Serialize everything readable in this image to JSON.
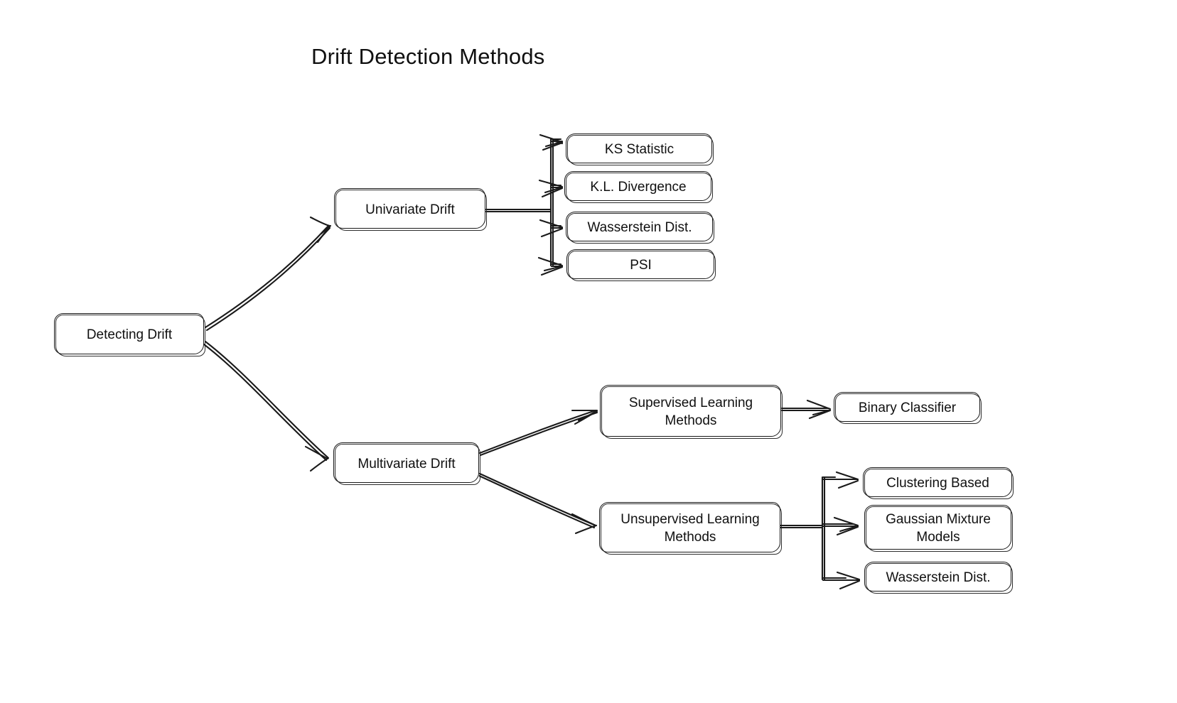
{
  "title": "Drift Detection Methods",
  "colors": {
    "background": "#ffffff",
    "stroke": "#1a1a1a",
    "text": "#101010"
  },
  "diagram": {
    "type": "tree",
    "style": "hand-drawn",
    "root": "Detecting Drift"
  },
  "nodes": {
    "root": {
      "label": "Detecting Drift"
    },
    "univariate": {
      "label": "Univariate Drift"
    },
    "multivariate": {
      "label": "Multivariate Drift"
    },
    "ks": {
      "label": "KS Statistic"
    },
    "kl": {
      "label": "K.L. Divergence"
    },
    "wasserstein_uni": {
      "label": "Wasserstein Dist."
    },
    "psi": {
      "label": "PSI"
    },
    "supervised": {
      "label": "Supervised Learning\nMethods"
    },
    "unsupervised": {
      "label": "Unsupervised Learning\nMethods"
    },
    "binary_classifier": {
      "label": "Binary Classifier"
    },
    "clustering": {
      "label": "Clustering Based"
    },
    "gmm": {
      "label": "Gaussian Mixture\nModels"
    },
    "wasserstein_multi": {
      "label": "Wasserstein Dist."
    }
  },
  "edges": [
    {
      "from": "Detecting Drift",
      "to": "Univariate Drift",
      "kind": "diagonal-arrow"
    },
    {
      "from": "Detecting Drift",
      "to": "Multivariate Drift",
      "kind": "diagonal-arrow"
    },
    {
      "from": "Univariate Drift",
      "to": "KS Statistic",
      "kind": "orthogonal-arrow"
    },
    {
      "from": "Univariate Drift",
      "to": "K.L. Divergence",
      "kind": "orthogonal-arrow"
    },
    {
      "from": "Univariate Drift",
      "to": "Wasserstein Dist.",
      "kind": "orthogonal-arrow"
    },
    {
      "from": "Univariate Drift",
      "to": "PSI",
      "kind": "orthogonal-arrow"
    },
    {
      "from": "Multivariate Drift",
      "to": "Supervised Learning Methods",
      "kind": "diagonal-arrow"
    },
    {
      "from": "Multivariate Drift",
      "to": "Unsupervised Learning Methods",
      "kind": "diagonal-arrow"
    },
    {
      "from": "Supervised Learning Methods",
      "to": "Binary Classifier",
      "kind": "straight-arrow"
    },
    {
      "from": "Unsupervised Learning Methods",
      "to": "Clustering Based",
      "kind": "orthogonal-arrow"
    },
    {
      "from": "Unsupervised Learning Methods",
      "to": "Gaussian Mixture Models",
      "kind": "orthogonal-arrow"
    },
    {
      "from": "Unsupervised Learning Methods",
      "to": "Wasserstein Dist.",
      "kind": "orthogonal-arrow"
    }
  ]
}
